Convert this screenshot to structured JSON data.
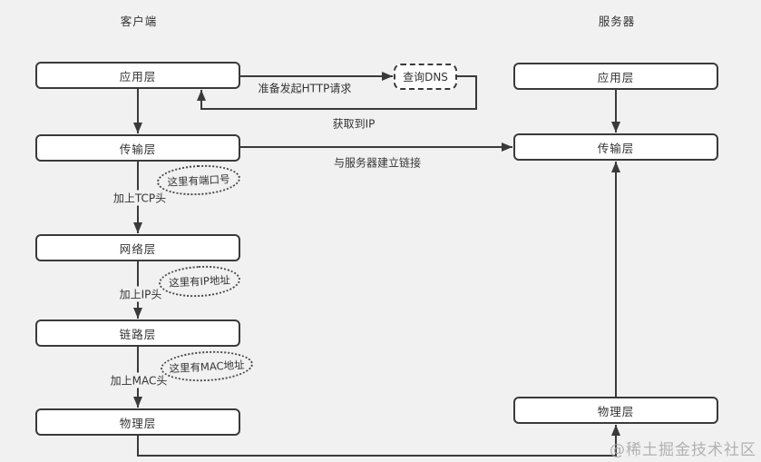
{
  "diagram": {
    "client": {
      "title": "客户端",
      "layers": [
        "应用层",
        "传输层",
        "网络层",
        "链路层",
        "物理层"
      ]
    },
    "server": {
      "title": "服务器",
      "layers": [
        "应用层",
        "传输层",
        "物理层"
      ]
    },
    "dns_box": {
      "label": "查询DNS"
    },
    "edge_labels": {
      "prepare_http": "准备发起HTTP请求",
      "got_ip": "获取到IP",
      "establish_connection": "与服务器建立链接",
      "add_tcp_header": "加上TCP头",
      "add_ip_header": "加上IP头",
      "add_mac_header": "加上MAC头"
    },
    "annotations": {
      "port": "这里有端口号",
      "ip": "这里有IP地址",
      "mac": "这里有MAC地址"
    },
    "watermark": "@稀土掘金技术社区",
    "colors": {
      "background": "#f1f1f1",
      "line": "#3a3a3a",
      "box_fill": "#ffffff",
      "box_border": "#3a3a3a",
      "watermark": "#a6a6a6"
    }
  }
}
